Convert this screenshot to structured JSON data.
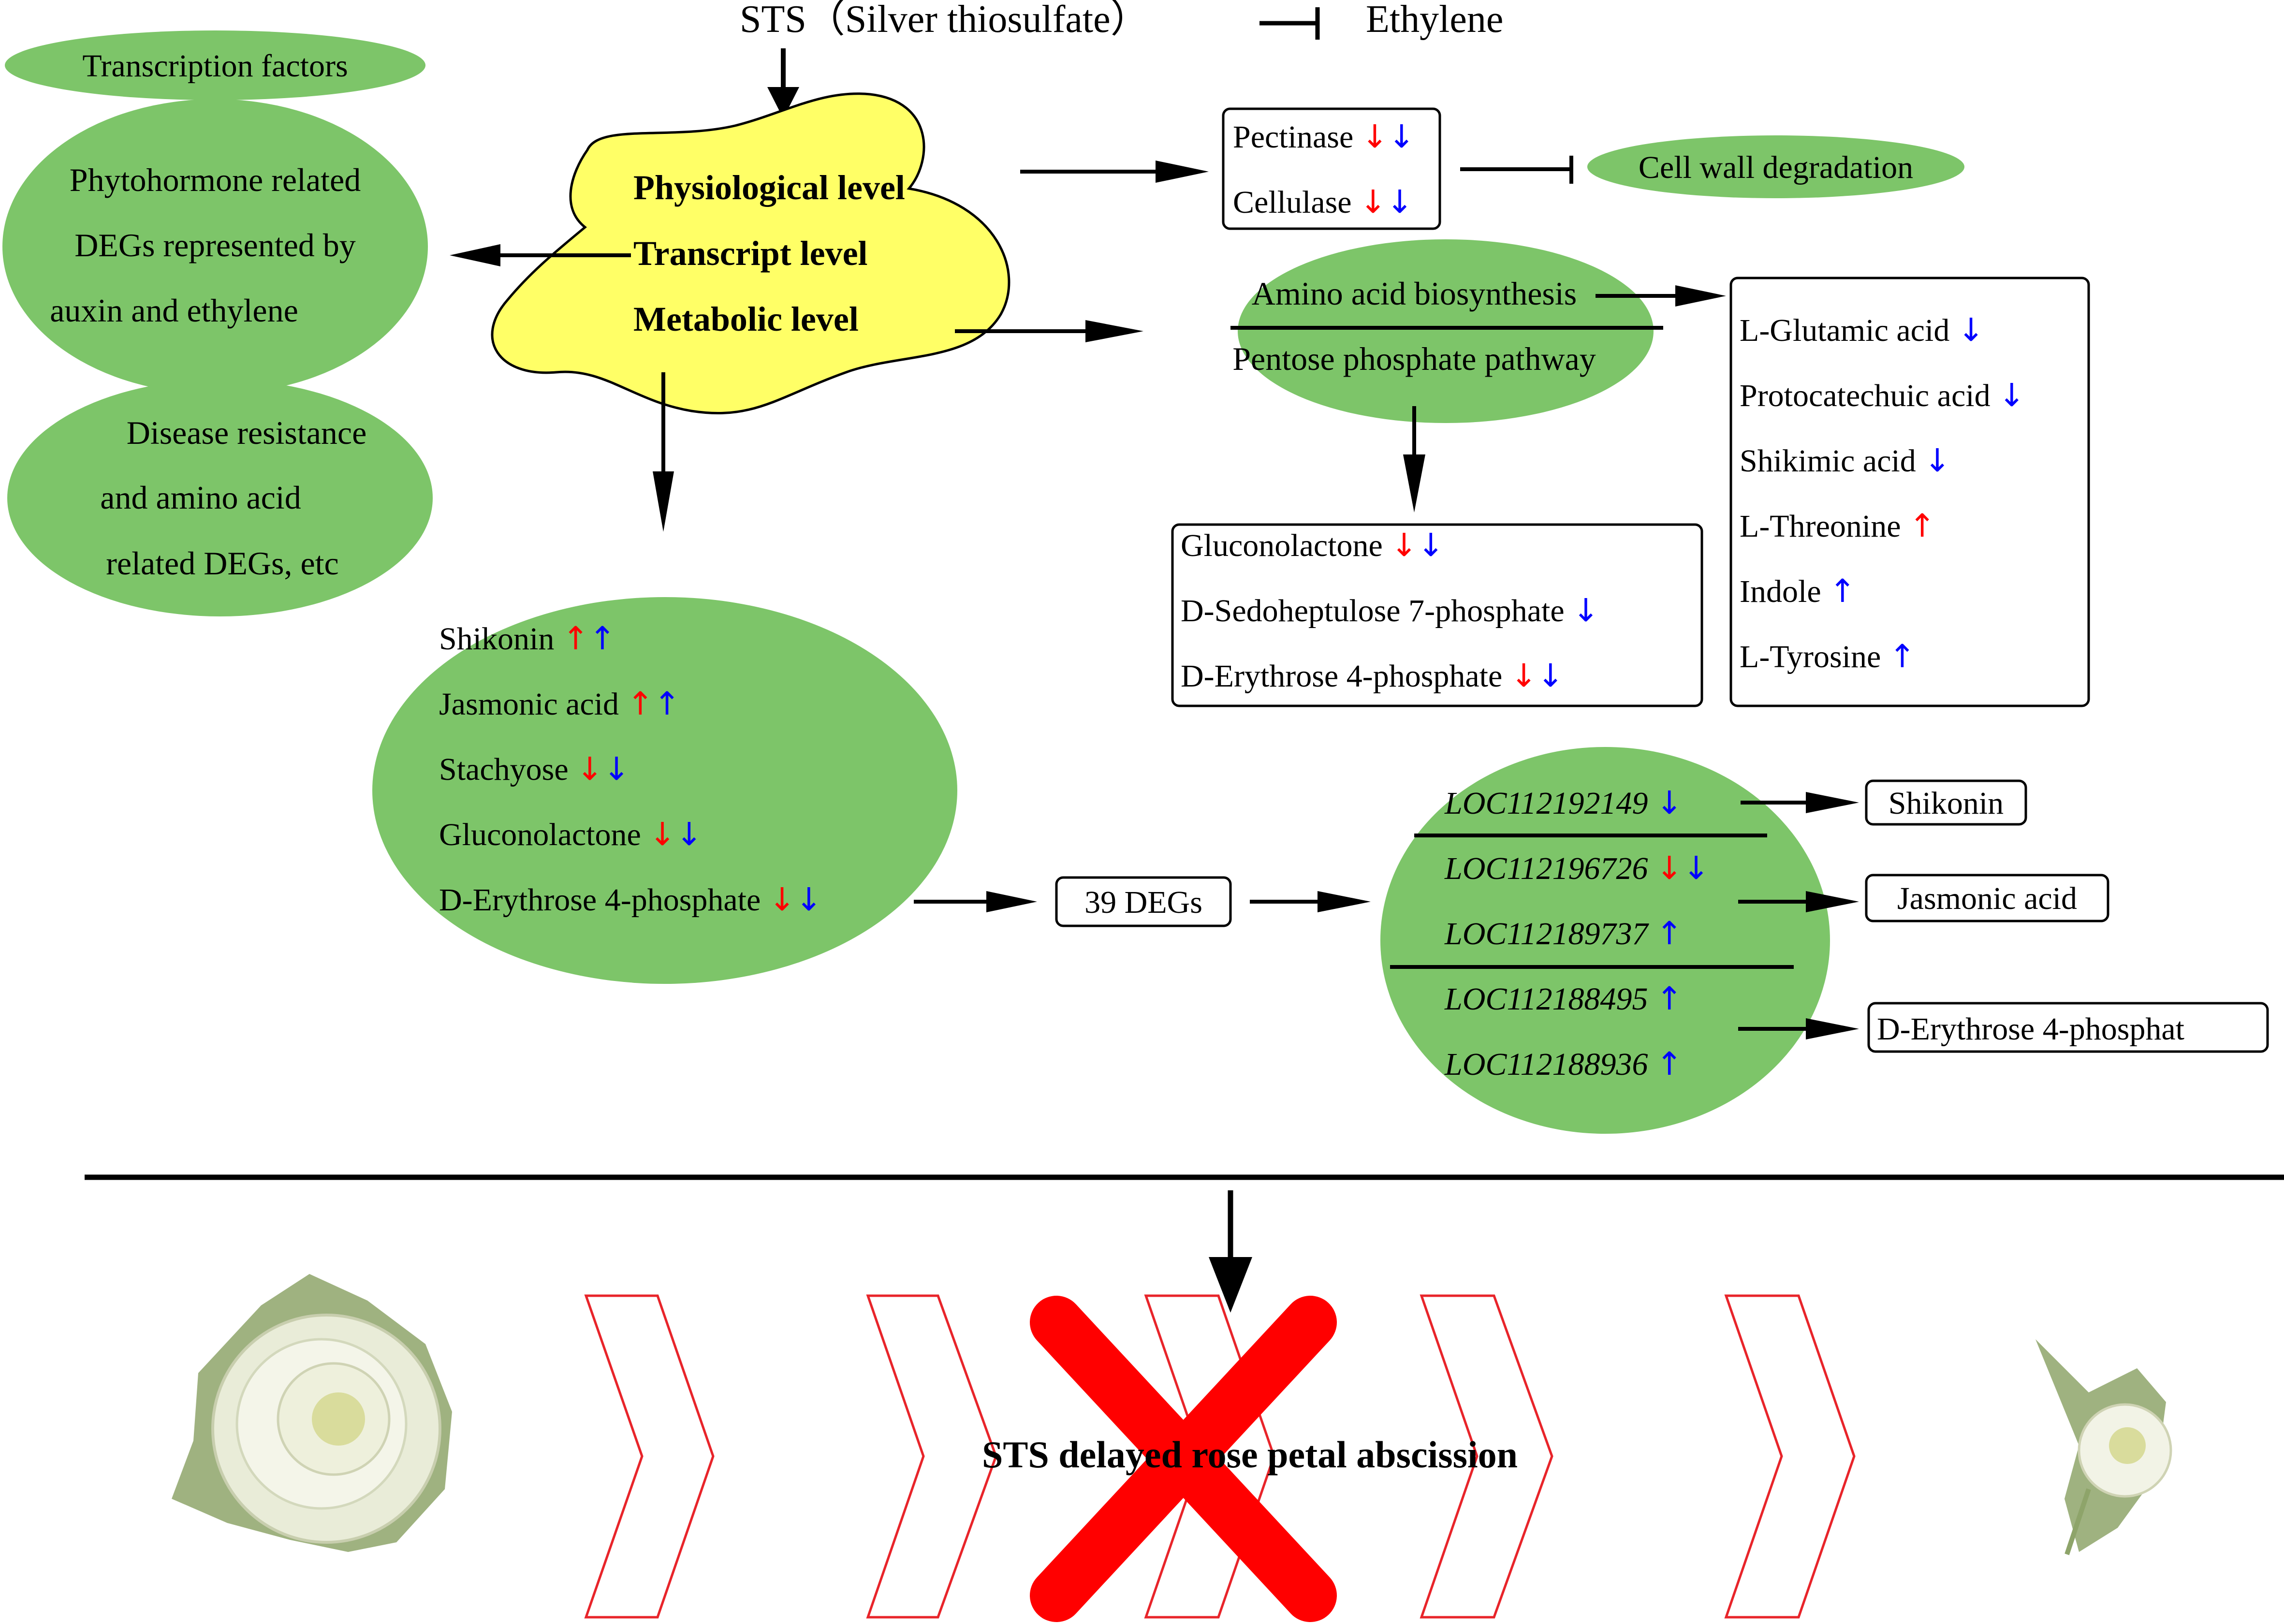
{
  "header": {
    "sts": "STS（Silver thiosulfate）",
    "ethylene": "Ethylene"
  },
  "left": {
    "transcription_factors": "Transcription factors",
    "phytohormone_lines": [
      "Phytohormone related",
      "DEGs represented by",
      "auxin and ethylene"
    ],
    "disease_lines": [
      "Disease resistance",
      "and amino acid",
      "related DEGs, etc"
    ]
  },
  "center": {
    "levels": [
      "Physiological level",
      "Transcript level",
      "Metabolic level"
    ],
    "ellipse_items": [
      {
        "label": "Shikonin ",
        "arrows": [
          {
            "char": "↑",
            "color": "red"
          },
          {
            "char": "↑",
            "color": "blue"
          }
        ]
      },
      {
        "label": "Jasmonic acid ",
        "arrows": [
          {
            "char": "↑",
            "color": "red"
          },
          {
            "char": "↑",
            "color": "blue"
          }
        ]
      },
      {
        "label": "Stachyose ",
        "arrows": [
          {
            "char": "↓",
            "color": "red"
          },
          {
            "char": "↓",
            "color": "blue"
          }
        ]
      },
      {
        "label": "Gluconolactone ",
        "arrows": [
          {
            "char": "↓",
            "color": "red"
          },
          {
            "char": "↓",
            "color": "blue"
          }
        ]
      },
      {
        "label": "D-Erythrose 4-phosphate ",
        "arrows": [
          {
            "char": "↓",
            "color": "red"
          },
          {
            "char": "↓",
            "color": "blue"
          }
        ]
      }
    ],
    "degs": "39 DEGs"
  },
  "enzymes": {
    "items": [
      {
        "label": "Pectinase ",
        "arrows": [
          {
            "char": "↓",
            "color": "red"
          },
          {
            "char": "↓",
            "color": "blue"
          }
        ]
      },
      {
        "label": "Cellulase ",
        "arrows": [
          {
            "char": "↓",
            "color": "red"
          },
          {
            "char": "↓",
            "color": "blue"
          }
        ]
      }
    ],
    "cell_wall": "Cell wall degradation"
  },
  "pathways": {
    "amino": "Amino acid biosynthesis",
    "pentose": "Pentose phosphate pathway",
    "ppp_items": [
      {
        "label": "Gluconolactone ",
        "arrows": [
          {
            "char": "↓",
            "color": "red"
          },
          {
            "char": "↓",
            "color": "blue"
          }
        ]
      },
      {
        "label": "D-Sedoheptulose 7-phosphate ",
        "arrows": [
          {
            "char": "↓",
            "color": "blue"
          }
        ]
      },
      {
        "label": "D-Erythrose 4-phosphate ",
        "arrows": [
          {
            "char": "↓",
            "color": "red"
          },
          {
            "char": "↓",
            "color": "blue"
          }
        ]
      }
    ],
    "aa_items": [
      {
        "label": "L-Glutamic acid ",
        "arrows": [
          {
            "char": "↓",
            "color": "blue"
          }
        ]
      },
      {
        "label": "Protocatechuic acid ",
        "arrows": [
          {
            "char": "↓",
            "color": "blue"
          }
        ]
      },
      {
        "label": "Shikimic acid ",
        "arrows": [
          {
            "char": "↓",
            "color": "blue"
          }
        ]
      },
      {
        "label": "L-Threonine ",
        "arrows": [
          {
            "char": "↑",
            "color": "red"
          }
        ]
      },
      {
        "label": "Indole ",
        "arrows": [
          {
            "char": "↑",
            "color": "blue"
          }
        ]
      },
      {
        "label": "L-Tyrosine ",
        "arrows": [
          {
            "char": "↑",
            "color": "blue"
          }
        ]
      }
    ]
  },
  "genes": {
    "items": [
      {
        "label": "LOC112192149 ",
        "arrows": [
          {
            "char": "↓",
            "color": "blue"
          }
        ]
      },
      {
        "label": "LOC112196726 ",
        "arrows": [
          {
            "char": "↓",
            "color": "red"
          },
          {
            "char": "↓",
            "color": "blue"
          }
        ]
      },
      {
        "label": "LOC112189737 ",
        "arrows": [
          {
            "char": "↑",
            "color": "blue"
          }
        ]
      },
      {
        "label": "LOC112188495 ",
        "arrows": [
          {
            "char": "↑",
            "color": "blue"
          }
        ]
      },
      {
        "label": "LOC112188936 ",
        "arrows": [
          {
            "char": "↑",
            "color": "blue"
          }
        ]
      }
    ],
    "targets": [
      "Shikonin",
      "Jasmonic acid",
      "D-Erythrose 4-phosphat"
    ]
  },
  "bottom": {
    "caption": "STS delayed rose petal abscission"
  },
  "colors": {
    "ellipse_green": "#7DC569",
    "blob_yellow": "#FFFF66",
    "arrow_red": "#FF0000",
    "arrow_blue": "#0000FF",
    "chevron_red": "#E8242A",
    "cross_red": "#FF0000"
  }
}
